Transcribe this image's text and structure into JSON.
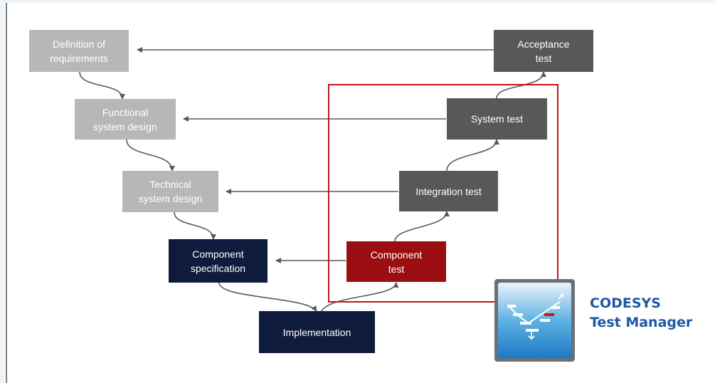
{
  "diagram": {
    "left_column": [
      {
        "id": "req",
        "label": "Definition of\nrequirements"
      },
      {
        "id": "func",
        "label": "Functional\nsystem design"
      },
      {
        "id": "tech",
        "label": "Technical\nsystem design"
      },
      {
        "id": "comp_spec",
        "label": "Component\nspecification"
      }
    ],
    "bottom": {
      "id": "impl",
      "label": "Implementation"
    },
    "right_column": [
      {
        "id": "comp_test",
        "label": "Component\ntest"
      },
      {
        "id": "integration",
        "label": "Integration test"
      },
      {
        "id": "system",
        "label": "System test"
      },
      {
        "id": "acceptance",
        "label": "Acceptance\ntest"
      }
    ],
    "colors": {
      "light_gray": "#b7b7b7",
      "dark_gray": "#585858",
      "navy": "#0f1b3c",
      "red": "#9a0e12",
      "highlight_frame": "#c0161b",
      "brand_blue": "#1f57a8"
    }
  },
  "product": {
    "line1": "CODESYS",
    "line2": "Test Manager",
    "icon": "test-manager-logo-icon"
  }
}
